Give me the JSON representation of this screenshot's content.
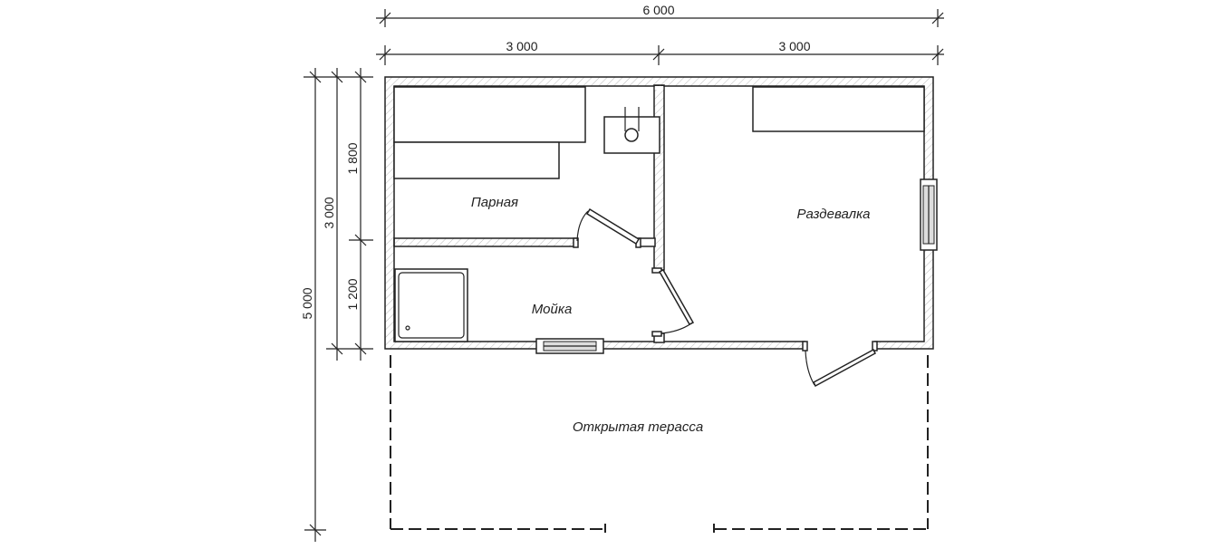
{
  "dimensions": {
    "total_width": "6 000",
    "left_width": "3 000",
    "right_width": "3 000",
    "total_depth": "5 000",
    "building_depth": "3 000",
    "steam_room_depth": "1 800",
    "wash_room_depth": "1 200"
  },
  "rooms": {
    "steam_room": "Парная",
    "wash_room": "Мойка",
    "changing_room": "Раздевалка",
    "terrace": "Открытая терасса"
  }
}
